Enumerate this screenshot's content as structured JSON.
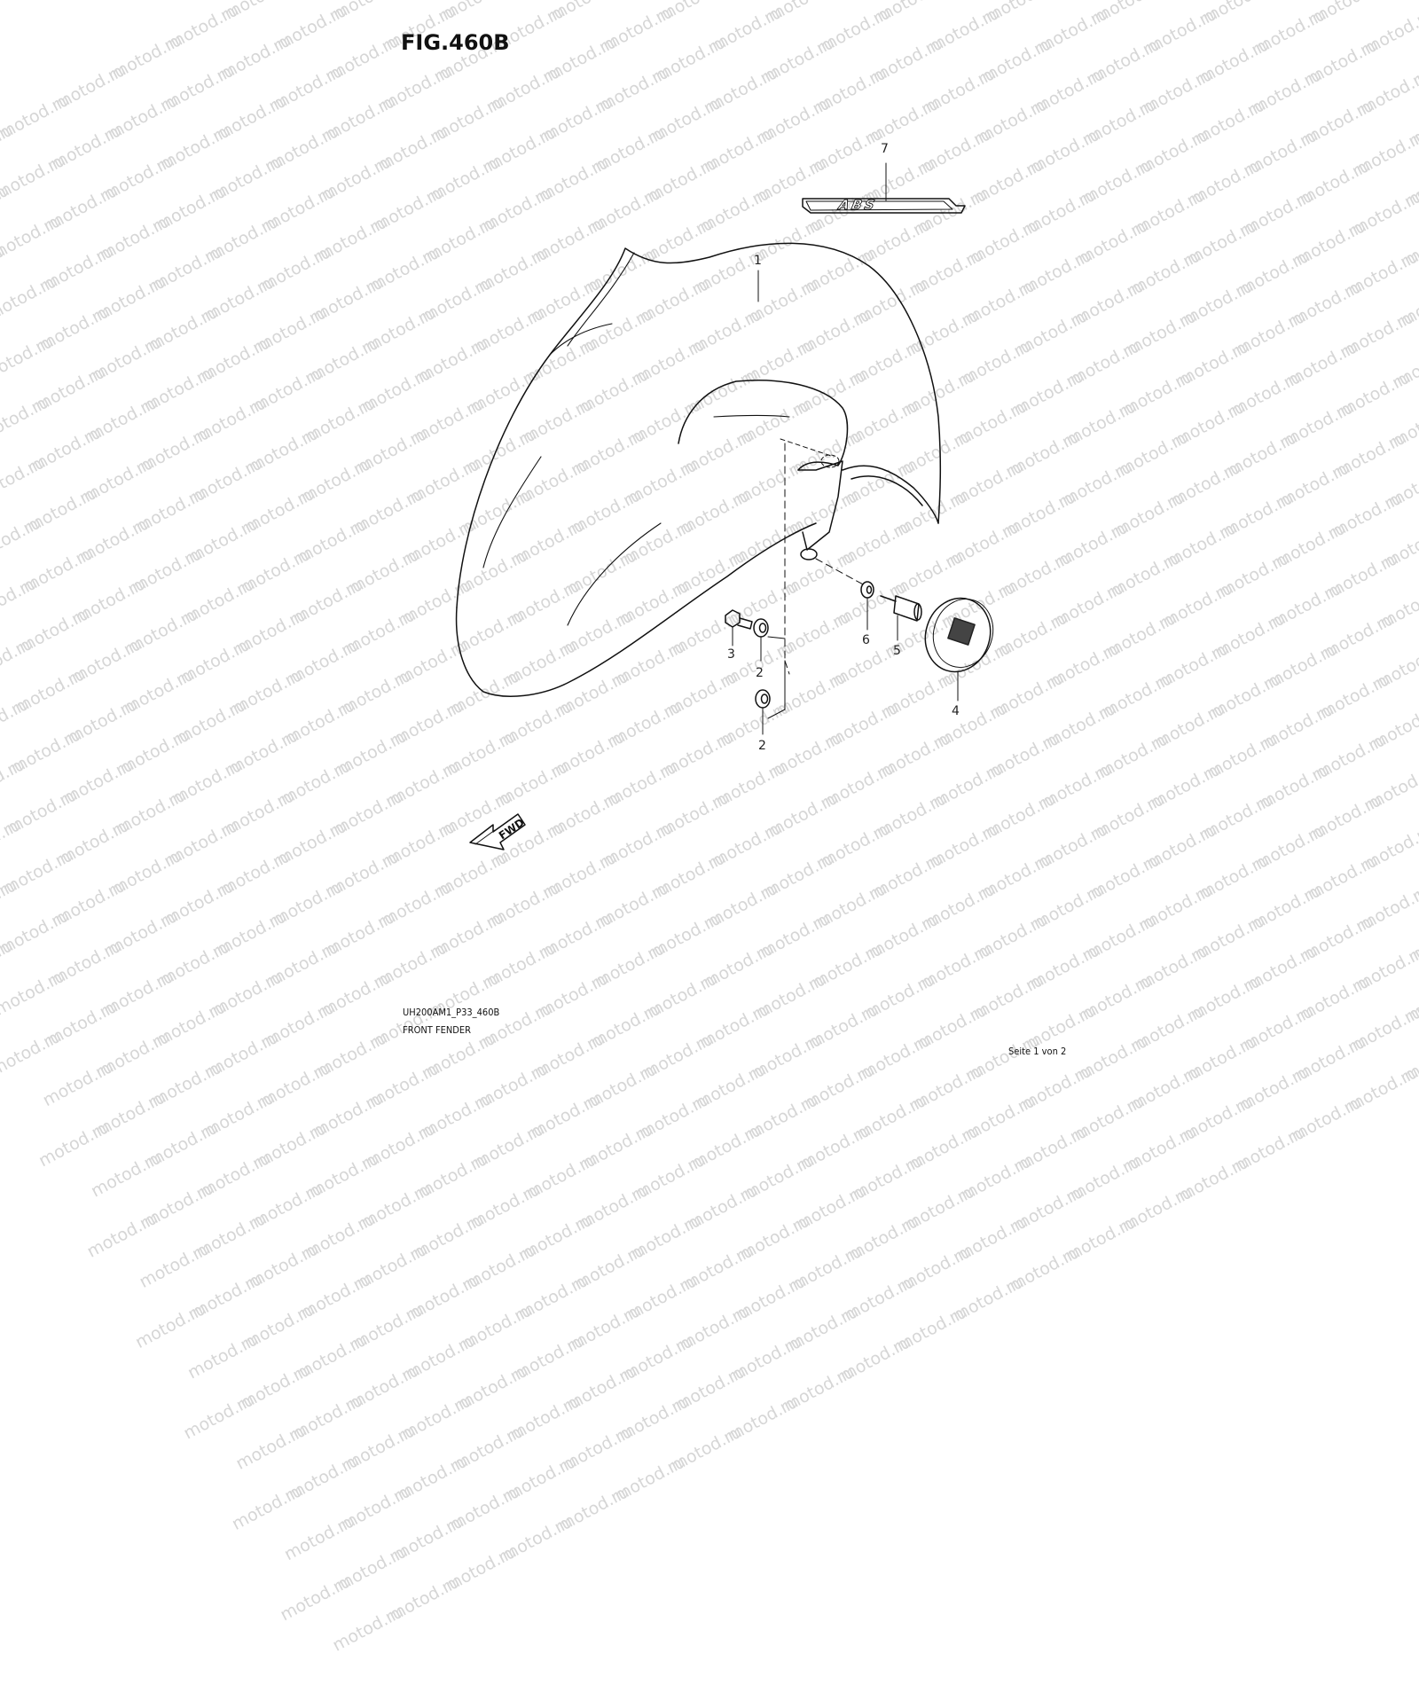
{
  "figure": {
    "title": "FIG.460B",
    "code": "UH200AM1_P33_460B",
    "name": "FRONT FENDER",
    "page": "Seite 1 von 2"
  },
  "watermark": {
    "text": "motod.ru",
    "color": "#d6d6d6"
  },
  "callouts": [
    {
      "id": "callout-1",
      "label": "1"
    },
    {
      "id": "callout-2a",
      "label": "2"
    },
    {
      "id": "callout-2b",
      "label": "2"
    },
    {
      "id": "callout-3",
      "label": "3"
    },
    {
      "id": "callout-4",
      "label": "4"
    },
    {
      "id": "callout-5",
      "label": "5"
    },
    {
      "id": "callout-6",
      "label": "6"
    },
    {
      "id": "callout-7",
      "label": "7"
    }
  ],
  "badges": {
    "abs_emblem": "ABS",
    "fwd_arrow": "FWD"
  }
}
